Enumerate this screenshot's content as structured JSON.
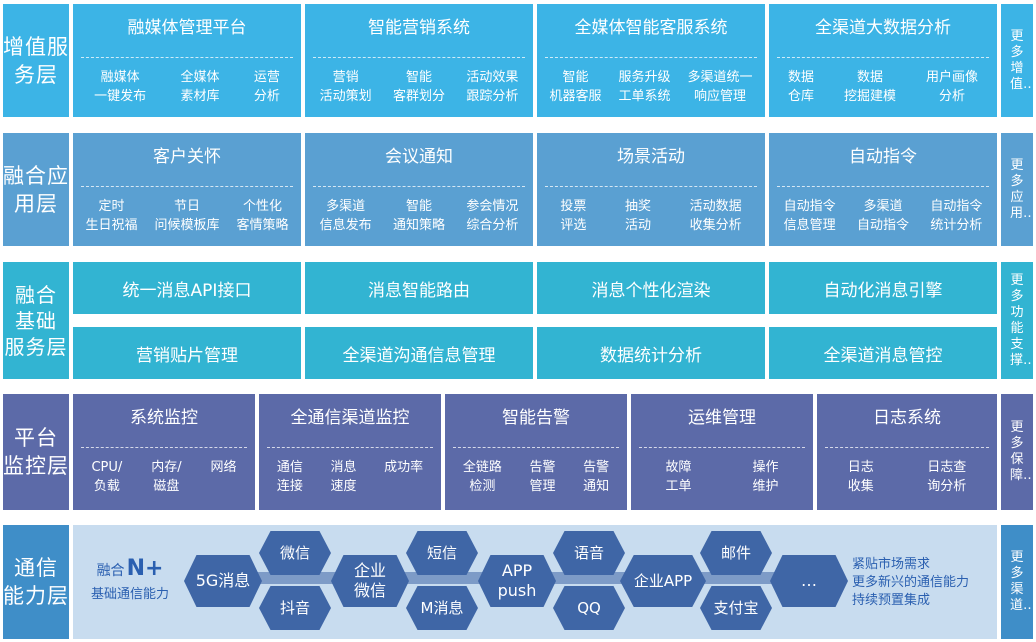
{
  "colors": {
    "layer1": "#3cb4e6",
    "layer2": "#5aa0d2",
    "layer3": "#32b4d2",
    "layer4": "#5c6aa8",
    "layer5": "#3f8ec8",
    "comm_bg": "#c8dcef",
    "hex": "#3f66a6",
    "accent_text": "#2a5fb0"
  },
  "layers": {
    "value_added": {
      "label": "增值服\n务层",
      "more": "更多增值…",
      "cards": [
        {
          "title": "融媒体管理平台",
          "subs": [
            "融媒体\n一键发布",
            "全媒体\n素材库",
            "运营\n分析"
          ]
        },
        {
          "title": "智能营销系统",
          "subs": [
            "营销\n活动策划",
            "智能\n客群划分",
            "活动效果\n跟踪分析"
          ]
        },
        {
          "title": "全媒体智能客服系统",
          "subs": [
            "智能\n机器客服",
            "服务升级\n工单系统",
            "多渠道统一\n响应管理"
          ]
        },
        {
          "title": "全渠道大数据分析",
          "subs": [
            "数据\n仓库",
            "数据\n挖掘建模",
            "用户画像\n分析"
          ]
        }
      ]
    },
    "fusion_app": {
      "label": "融合应\n用层",
      "more": "更多应用…",
      "cards": [
        {
          "title": "客户关怀",
          "subs": [
            "定时\n生日祝福",
            "节日\n问候模板库",
            "个性化\n客情策略"
          ]
        },
        {
          "title": "会议通知",
          "subs": [
            "多渠道\n信息发布",
            "智能\n通知策略",
            "参会情况\n综合分析"
          ]
        },
        {
          "title": "场景活动",
          "subs": [
            "投票\n评选",
            "抽奖\n活动",
            "活动数据\n收集分析"
          ]
        },
        {
          "title": "自动指令",
          "subs": [
            "自动指令\n信息管理",
            "多渠道\n自动指令",
            "自动指令\n统计分析"
          ]
        }
      ]
    },
    "fusion_base": {
      "label": "融合\n基础\n服务层",
      "more": "更多功能支撑…",
      "row1": [
        "统一消息API接口",
        "消息智能路由",
        "消息个性化渲染",
        "自动化消息引擎"
      ],
      "row2": [
        "营销贴片管理",
        "全渠道沟通信息管理",
        "数据统计分析",
        "全渠道消息管控"
      ]
    },
    "monitor": {
      "label": "平台\n监控层",
      "more": "更多保障…",
      "cards": [
        {
          "title": "系统监控",
          "subs": [
            "CPU/\n负载",
            "内存/\n磁盘",
            "网络"
          ]
        },
        {
          "title": "全通信渠道监控",
          "subs": [
            "通信\n连接",
            "消息\n速度",
            "成功率"
          ]
        },
        {
          "title": "智能告警",
          "subs": [
            "全链路\n检测",
            "告警\n管理",
            "告警\n通知"
          ]
        },
        {
          "title": "运维管理",
          "subs": [
            "故障\n工单",
            "操作\n维护"
          ]
        },
        {
          "title": "日志系统",
          "subs": [
            "日志\n收集",
            "日志查\n询分析"
          ]
        }
      ]
    },
    "comm": {
      "label": "通信\n能力层",
      "more": "更多渠道…",
      "left_text1": "融合",
      "left_big": "N+",
      "left_text2": "基础通信能力",
      "hex_5g": "5G消息",
      "hex_wechat": "微信",
      "hex_douyin": "抖音",
      "hex_wecom": "企业\n微信",
      "hex_sms": "短信",
      "hex_mmsg": "M消息",
      "hex_app": "APP\npush",
      "hex_voice": "语音",
      "hex_qq": "QQ",
      "hex_entapp": "企业APP",
      "hex_mail": "邮件",
      "hex_alipay": "支付宝",
      "hex_more": "…",
      "right_text": "紧贴市场需求\n更多新兴的通信能力\n持续预置集成"
    }
  }
}
